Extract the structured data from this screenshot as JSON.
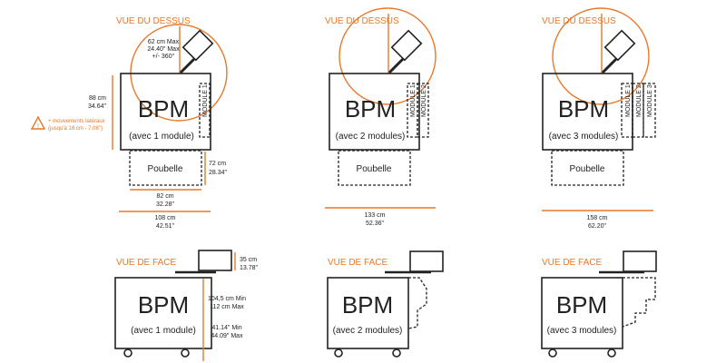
{
  "top_view_title": "VUE DU DESSUS",
  "front_view_title": "VUE DE FACE",
  "bpm": "BPM",
  "poubelle": "Poubelle",
  "arm": {
    "line1": "62 cm Max",
    "line2": "24.40\" Max",
    "line3": "+/- 360°"
  },
  "depth": {
    "cm": "88 cm",
    "in": "34.64\""
  },
  "lateral": {
    "line1": "+ mouvements latéraux",
    "line2": "(jusqu'à 18 cm - 7.08\")"
  },
  "poubelle_depth": {
    "cm": "72 cm",
    "in": "28.34\""
  },
  "poubelle_width": {
    "cm": "82 cm",
    "in": "32.28\""
  },
  "front_dims": {
    "screen_cm": "35 cm",
    "screen_in": "13.78\"",
    "h_min_cm": "104,5 cm Min",
    "h_max_cm": "112 cm Max",
    "h_min_in": "41.14\" Min",
    "h_max_in": "44.09\" Max"
  },
  "modules": [
    "MODULE 1",
    "MODULE 2",
    "MODULE 3"
  ],
  "configs": [
    {
      "subtitle": "(avec 1 module)",
      "width_cm": "108 cm",
      "width_in": "42.51\""
    },
    {
      "subtitle": "(avec 2 modules)",
      "width_cm": "133 cm",
      "width_in": "52.36\""
    },
    {
      "subtitle": "(avec 3 modules)",
      "width_cm": "158 cm",
      "width_in": "62.20\""
    }
  ]
}
